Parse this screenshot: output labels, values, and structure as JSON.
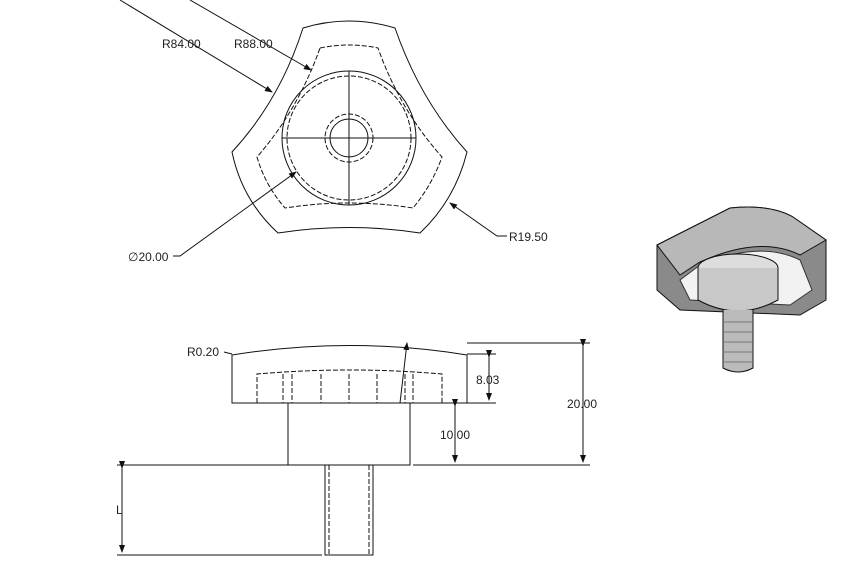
{
  "top_view": {
    "r_outer": "R84.00",
    "r_inner": "R88.00",
    "r_lobe": "R19.50",
    "diameter": "∅20.00"
  },
  "side_view": {
    "fillet": "R0.20",
    "head_height": "8.03",
    "hub_height": "10.00",
    "total_height": "20.00",
    "thread_length": "L"
  }
}
